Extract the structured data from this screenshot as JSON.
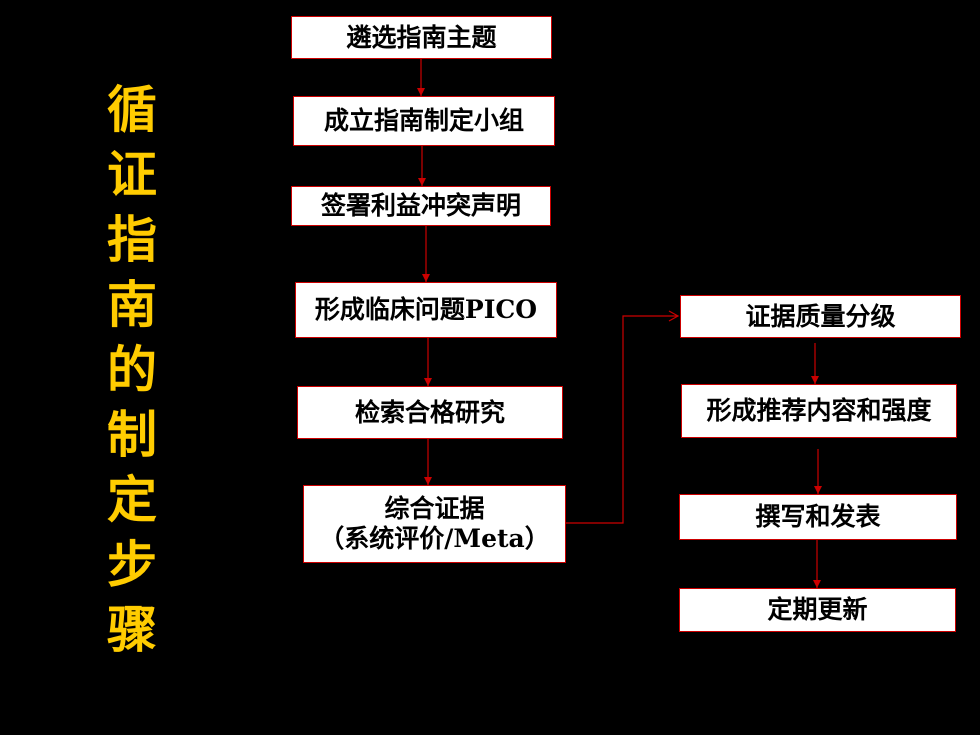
{
  "title_chars": [
    "循",
    "证",
    "指",
    "南",
    "的",
    "制",
    "定",
    "步",
    "骤"
  ],
  "steps": {
    "s1": "遴选指南主题",
    "s2": "成立指南制定小组",
    "s3": "签署利益冲突声明",
    "s4": "形成临床问题PICO",
    "s5": "检索合格研究",
    "s6_line1": "综合证据",
    "s6_line2": "（系统评价/Meta）",
    "s7": "证据质量分级",
    "s8": "形成推荐内容和强度",
    "s9": "撰写和发表",
    "s10": "定期更新"
  },
  "colors": {
    "background": "#000000",
    "title": "#FFCC00",
    "box_fill": "#FFFFFF",
    "border_and_arrows": "#CC0000"
  }
}
